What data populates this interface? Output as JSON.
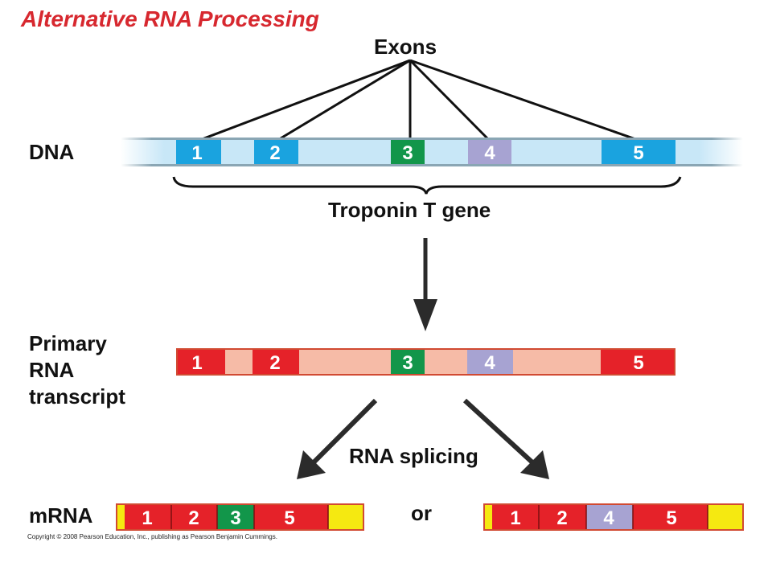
{
  "title": "Alternative RNA Processing",
  "labels": {
    "exons": "Exons",
    "dna": "DNA",
    "gene": "Troponin T gene",
    "primary": [
      "Primary",
      "RNA",
      "transcript"
    ],
    "mrna": "mRNA",
    "splicing": "RNA splicing",
    "or": "or"
  },
  "exon_numbers": [
    "1",
    "2",
    "3",
    "4",
    "5"
  ],
  "mrna_variant_a": [
    "1",
    "2",
    "3",
    "5"
  ],
  "mrna_variant_b": [
    "1",
    "2",
    "4",
    "5"
  ],
  "copyright": "Copyright © 2008 Pearson Education, Inc., publishing as Pearson Benjamin Cummings.",
  "colors": {
    "title": "#d7282f",
    "dna_strand": "#c8e7f7",
    "exon_blue": "#1aa3df",
    "exon_green": "#12964a",
    "exon_lavender": "#a7a3d2",
    "rna_strand": "#f6bba7",
    "exon_red": "#e52229",
    "cap_yellow": "#f5e911",
    "arrow": "#2b2b2b"
  }
}
